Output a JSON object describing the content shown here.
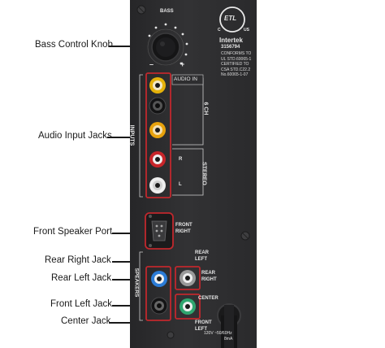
{
  "callouts": {
    "bass_knob": "Bass Control Knob",
    "audio_input": "Audio Input Jacks",
    "front_speaker": "Front Speaker Port",
    "rear_right": "Rear Right Jack",
    "rear_left": "Rear Left Jack",
    "front_left": "Front Left Jack",
    "center": "Center Jack"
  },
  "panel": {
    "bass": "BASS",
    "minus": "–",
    "plus": "+",
    "audio_in": "AUDIO IN",
    "inputs": "INPUTS",
    "six_ch": "6 CH",
    "stereo": "STEREO",
    "r": "R",
    "l": "L",
    "front_right_1": "FRONT",
    "front_right_2": "RIGHT",
    "speakers": "SPEAKERS",
    "rear_left_1": "REAR",
    "rear_left_2": "LEFT",
    "rear_right_1": "REAR",
    "rear_right_2": "RIGHT",
    "center": "CENTER",
    "front_left_1": "FRONT",
    "front_left_2": "LEFT",
    "power": "120V ~50/60Hz",
    "power_2": "8mA"
  },
  "cert": {
    "mark_letters": "ETL",
    "c": "C",
    "us": "US",
    "brand": "Intertek",
    "number": "3156794",
    "lines": [
      "CONFORMS TO",
      "UL STD.60065-1",
      "CERTIFIED TO",
      "CSA STD.C22.2",
      "No.60065-1-07"
    ]
  },
  "colors": {
    "panel": "#2b2b2d",
    "jack_yellow": "#e5b20a",
    "jack_red": "#c8252a",
    "jack_white": "#eeeeee",
    "jack_blue": "#2b7bd6",
    "jack_grey": "#9a9a9a",
    "jack_green": "#2fa66f",
    "highlight": "#c0282d"
  }
}
